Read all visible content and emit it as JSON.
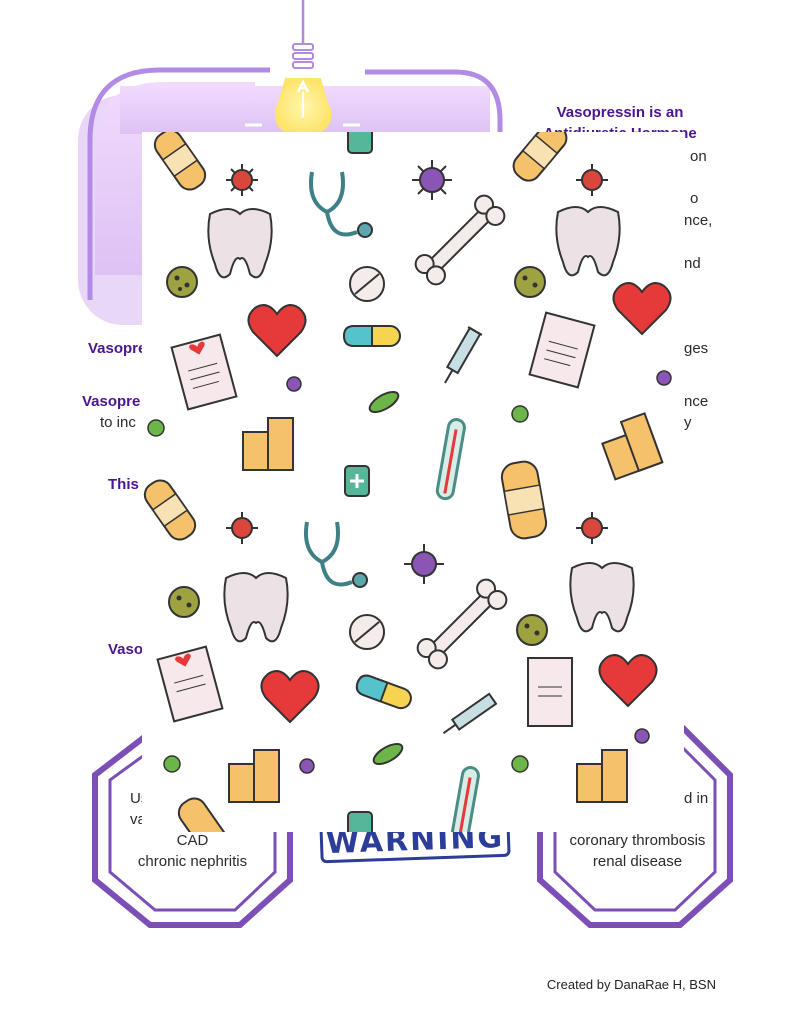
{
  "header": {
    "title_line1": "Vasopressin is an",
    "title_line2": "Antidiuretic Hormone",
    "right_fragments": [
      "on",
      "o",
      "nce,",
      "nd"
    ]
  },
  "left_fragments": {
    "vasopre_1": "Vasopre",
    "vasopre_2": "Vasopre",
    "to_inc": "to inc",
    "this": "This",
    "vaso_3": "Vaso"
  },
  "right_fragments_mid": {
    "ges": "ges",
    "nce": "nce",
    "y": "y"
  },
  "bottom_left": {
    "us": "Us",
    "va": "va",
    "cad": "CAD",
    "chronic_nephritis": "chronic nephritis"
  },
  "bottom_right": {
    "d_in": "d in",
    "coronary_thrombosis": "coronary thrombosis",
    "renal_disease": "renal disease"
  },
  "warning_stamp": "WARNING",
  "footer": {
    "credit": "Created by DanaRae H, BSN"
  },
  "colors": {
    "purple_accent": "#4b1591",
    "frame_purple": "#7b4fb5",
    "lavender": "#e4c9f7",
    "stamp_blue": "#2b3c99"
  },
  "icons": [
    "lightbulb-icon",
    "bandage-icon",
    "virus-icon",
    "stethoscope-icon",
    "tooth-icon",
    "bone-icon",
    "pill-icon",
    "heart-icon",
    "syringe-icon",
    "thermometer-icon",
    "hospital-icon",
    "medicine-bottle-icon",
    "medical-chart-icon",
    "bacteria-icon"
  ]
}
